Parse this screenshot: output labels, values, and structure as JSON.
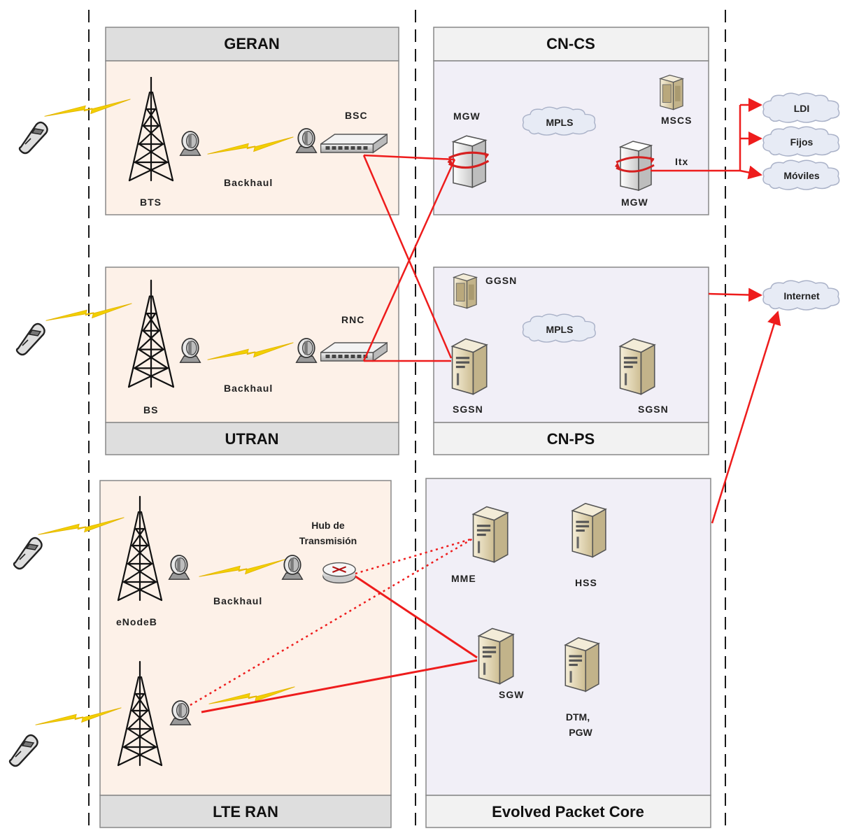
{
  "headers": {
    "geran": "GERAN",
    "utran": "UTRAN",
    "lte_ran": "LTE RAN",
    "cn_cs": "CN-CS",
    "cn_ps": "CN-PS",
    "epc": "Evolved Packet Core"
  },
  "labels": {
    "bts": "BTS",
    "bs": "BS",
    "enodeb": "eNodeB",
    "backhaul": "Backhaul",
    "bsc": "BSC",
    "rnc": "RNC",
    "hub_line1": "Hub de",
    "hub_line2": "Transmisión",
    "mgw": "MGW",
    "mpls": "MPLS",
    "mscs": "MSCS",
    "itx": "Itx",
    "ggsn": "GGSN",
    "sgsn": "SGSN",
    "mme": "MME",
    "hss": "HSS",
    "sgw": "SGW",
    "dtm_pgw_line1": "DTM,",
    "dtm_pgw_line2": "PGW"
  },
  "clouds": {
    "ldi": "LDI",
    "fijos": "Fijos",
    "moviles": "Móviles",
    "internet": "Internet"
  },
  "colors": {
    "link": "#ee1c1c",
    "lightning": "#f2d000",
    "ran_fill": "#fdf1e8",
    "core_fill": "#f1eff7",
    "header_fill": "#dedede",
    "server": "#e9dfc3"
  },
  "icons": [
    "mobile-phone-icon",
    "radio-tower-icon",
    "microwave-antenna-icon",
    "lightning-link-icon",
    "switch-icon",
    "router-icon",
    "server-icon",
    "media-gateway-icon",
    "cloud-icon"
  ]
}
